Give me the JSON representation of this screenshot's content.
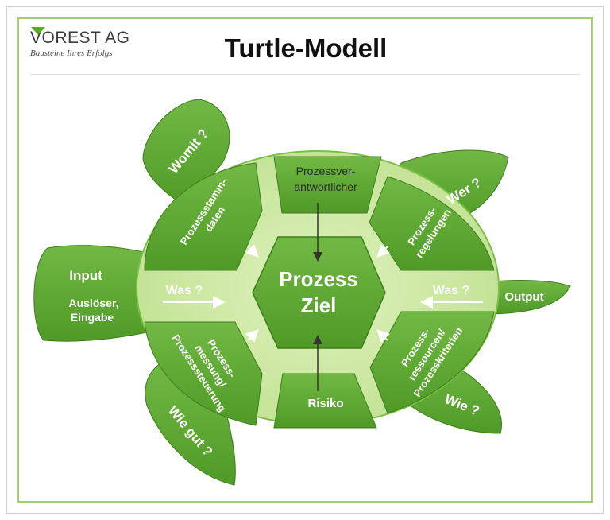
{
  "logo": {
    "name": "VOREST AG",
    "tagline": "Bausteine Ihres Erfolgs"
  },
  "title": "Turtle-Modell",
  "center": {
    "line1": "Prozess",
    "line2": "Ziel"
  },
  "plates": {
    "top": {
      "line1": "Prozessver-",
      "line2": "antwortlicher"
    },
    "bottom": "Risiko",
    "top_left": {
      "line1": "Prozessstamm-",
      "line2": "daten"
    },
    "top_right": {
      "line1": "Prozess-",
      "line2": "regelungen"
    },
    "bottom_left": {
      "line1": "Prozess-",
      "line2": "messung/",
      "line3": "Prozesssteuerung"
    },
    "bottom_right": {
      "line1": "Prozess-",
      "line2": "ressourcen/",
      "line3": "Prozesskriterien"
    }
  },
  "flows": {
    "left": "Was ?",
    "right": "Was ?"
  },
  "limbs": {
    "front_left": "Womit ?",
    "front_right": "Wer ?",
    "back_left": "Wie gut ?",
    "back_right": "Wie ?",
    "head": {
      "title": "Input",
      "line1": "Auslöser,",
      "line2": "Eingabe"
    },
    "tail": "Output"
  },
  "colors": {
    "frame": "#9fcf6f",
    "shell_light": "#cfe9a6",
    "plate_green": "#5ea833",
    "plate_edge": "#3f7d1d",
    "text_on_green": "#ffffff"
  }
}
